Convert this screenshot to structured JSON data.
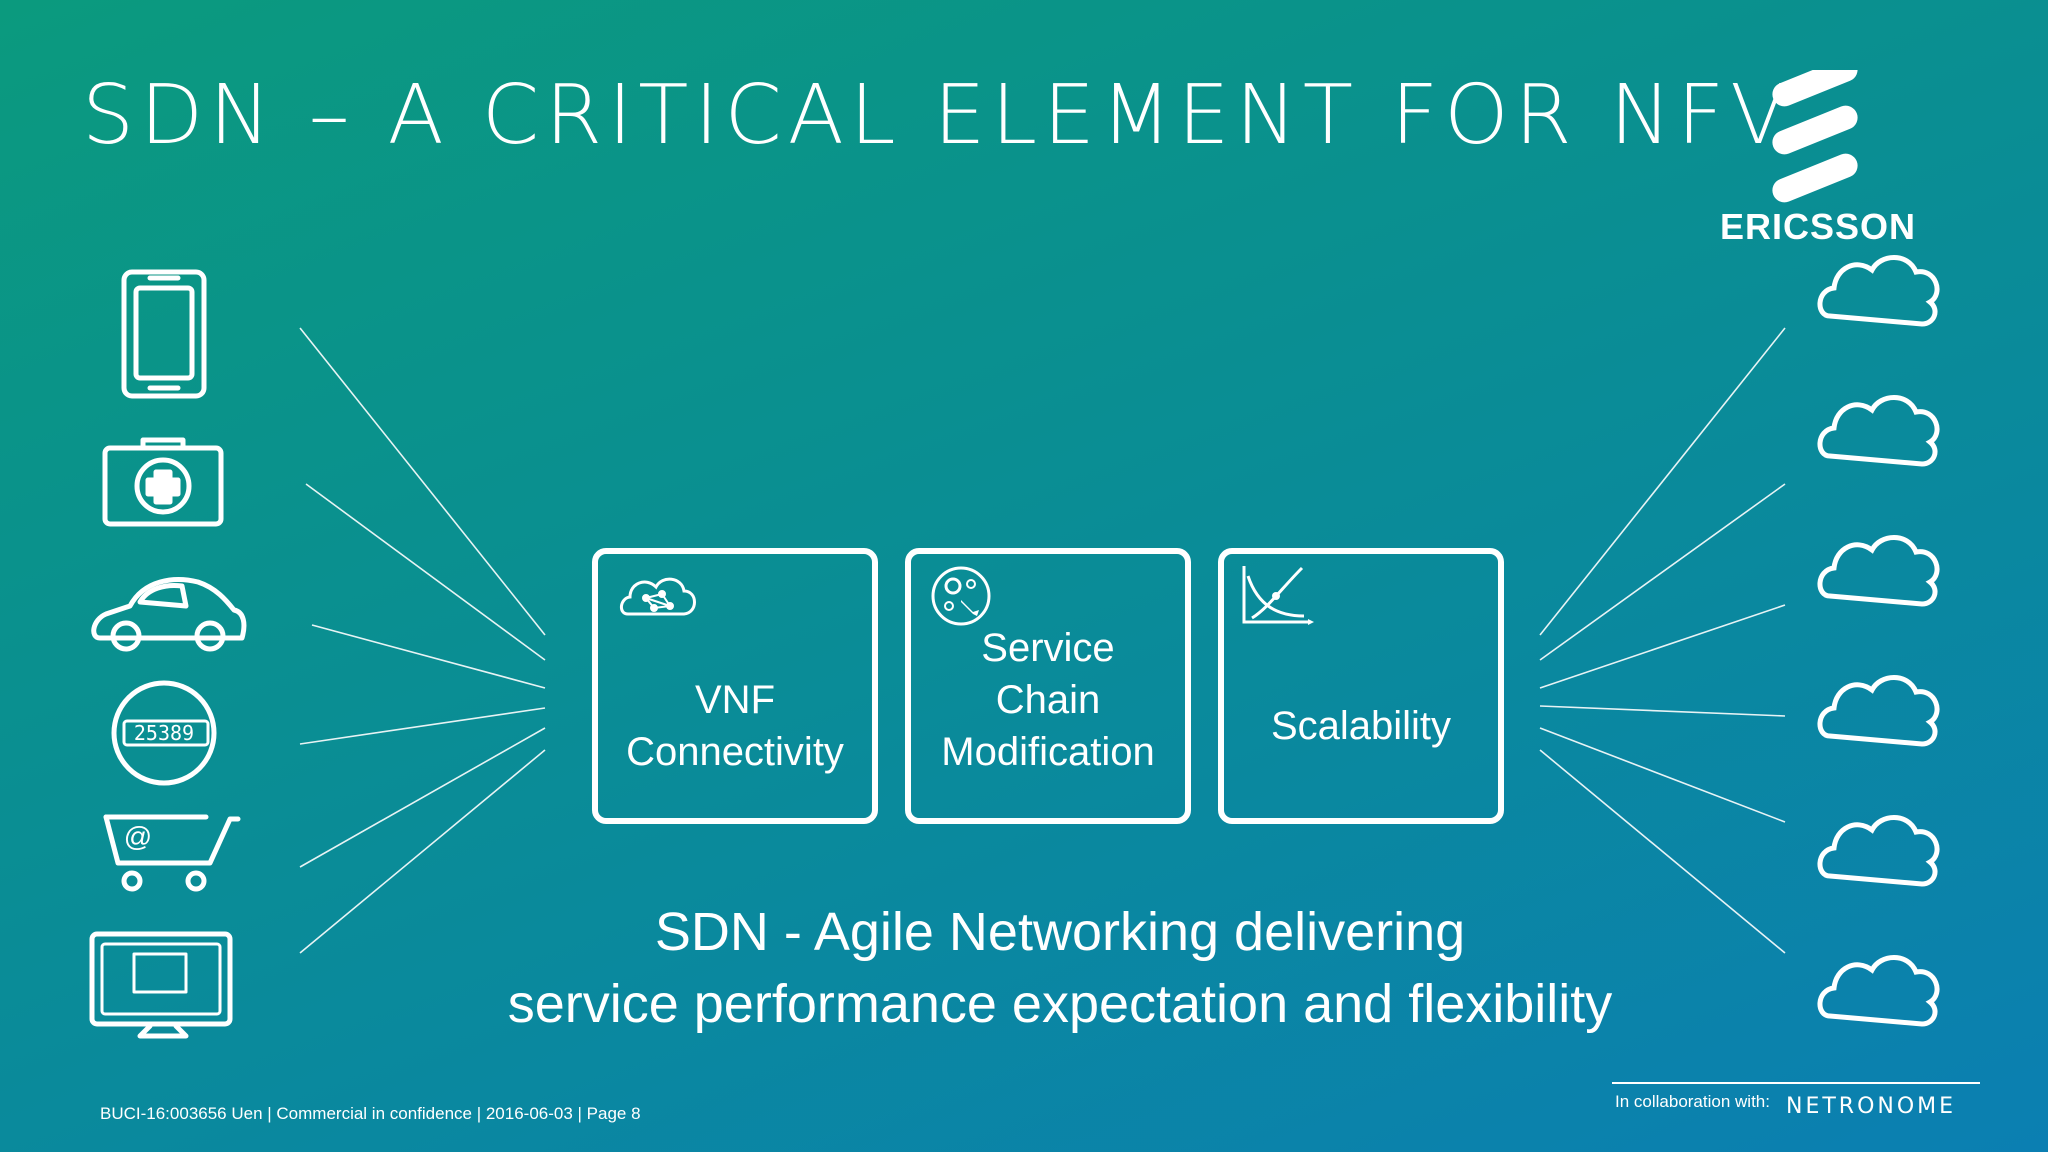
{
  "slide": {
    "title": "SDN – A CRITICAL ELEMENT FOR NFV",
    "logo_text": "ERICSSON",
    "boxes": [
      {
        "label_lines": [
          "VNF",
          "Connectivity"
        ],
        "icon": "cloud-network-icon"
      },
      {
        "label_lines": [
          "Service",
          "Chain",
          "Modification"
        ],
        "icon": "gears-wrench-icon"
      },
      {
        "label_lines": [
          "Scalability"
        ],
        "icon": "scaling-graph-icon"
      }
    ],
    "left_icons": [
      "mobile-phone-icon",
      "medical-kit-icon",
      "car-icon",
      "meter-icon",
      "shopping-cart-icon",
      "tv-monitor-icon"
    ],
    "meter_value": "25389",
    "cart_symbol": "@",
    "right_icons": [
      "cloud-icon",
      "cloud-icon",
      "cloud-icon",
      "cloud-icon",
      "cloud-icon",
      "cloud-icon"
    ],
    "tagline_line1": "SDN - Agile Networking delivering",
    "tagline_line2": "service performance expectation and flexibility",
    "footer": "BUCI-16:003656 Uen  |  Commercial in confidence  |  2016-06-03  |  Page 8",
    "collab_label": "In collaboration with:",
    "partner_logo": "NETRONOME",
    "colors": {
      "bg_start": "#0b9a7e",
      "bg_end": "#0b7fb2",
      "foreground": "#ffffff"
    }
  }
}
